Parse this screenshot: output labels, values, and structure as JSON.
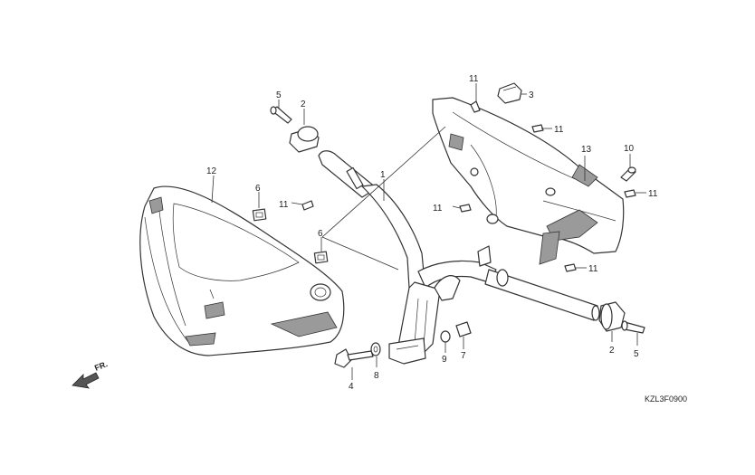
{
  "callouts": [
    "1",
    "2",
    "2",
    "3",
    "4",
    "5",
    "5",
    "6",
    "6",
    "7",
    "8",
    "9",
    "10",
    "11",
    "11",
    "11",
    "11",
    "11",
    "11",
    "12",
    "13"
  ],
  "direction_label": "FR.",
  "diagram_code": "KZL3F0900"
}
